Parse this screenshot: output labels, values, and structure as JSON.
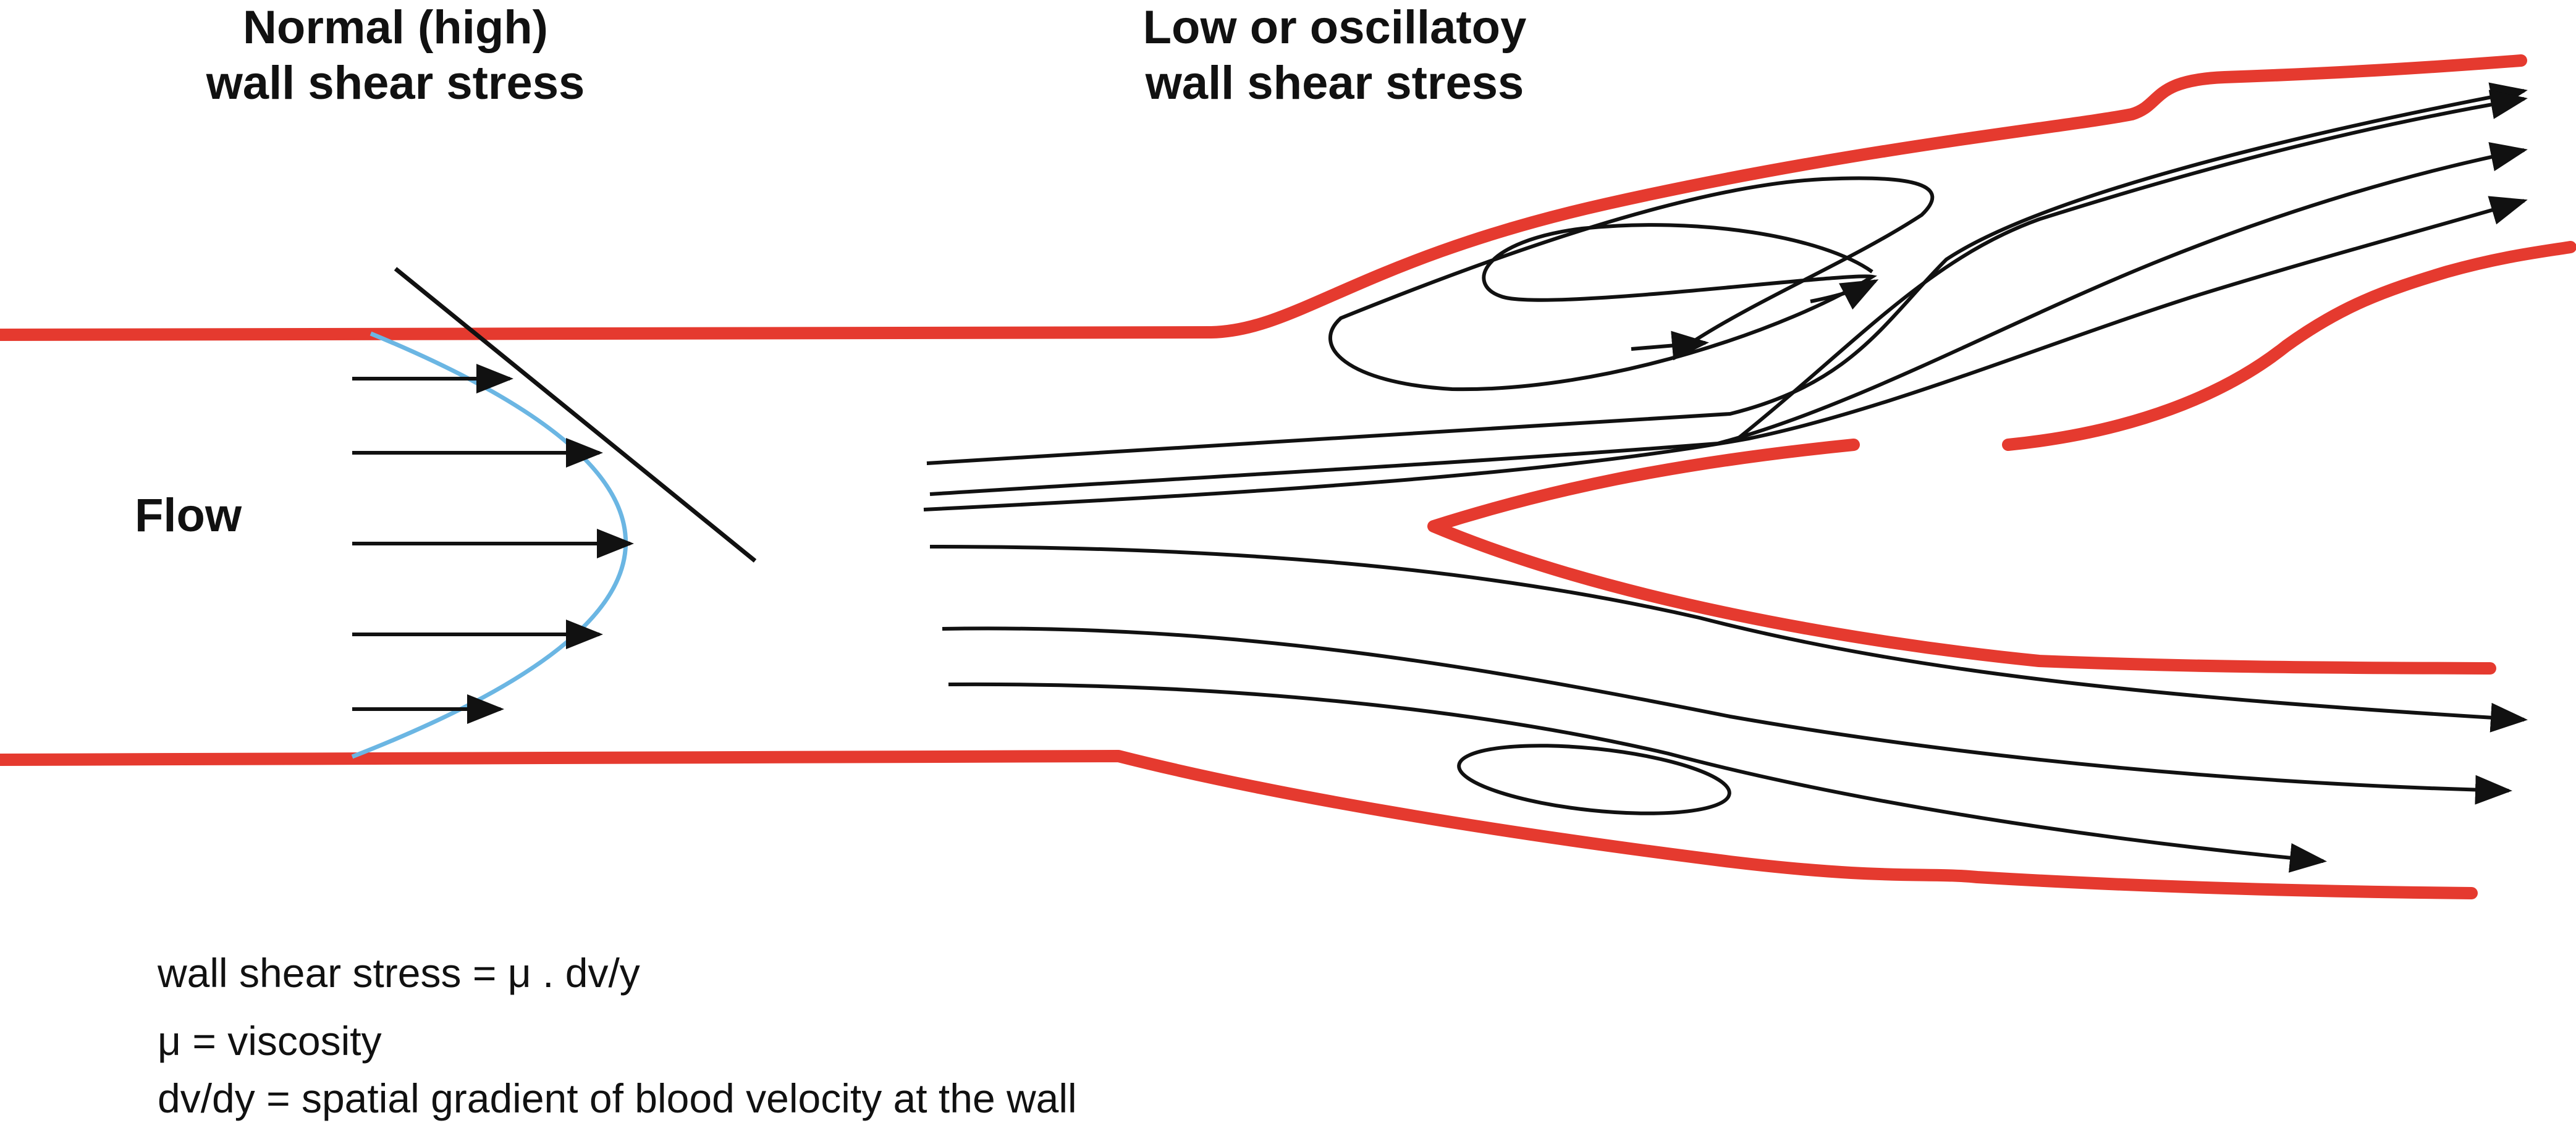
{
  "headers": {
    "normal_line1": "Normal (high)",
    "normal_line2": "wall shear stress",
    "low_line1": "Low or oscillatoy",
    "low_line2": "wall shear stress"
  },
  "flow_label": "Flow",
  "formulas": {
    "equation": "wall shear stress = μ . dv/y",
    "viscosity": "μ = viscosity",
    "gradient": "dv/dy = spatial gradient of blood velocity at the wall"
  },
  "colors": {
    "vessel_wall": "#e53a2f",
    "streamline": "#111111",
    "velocity_profile": "#6bb6e3",
    "text": "#111111"
  },
  "icons": {
    "arrowhead": "arrowhead-icon"
  }
}
